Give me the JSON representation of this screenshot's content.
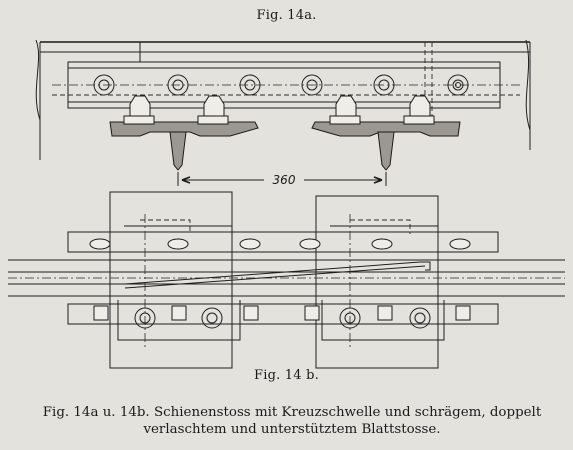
{
  "figure": {
    "fig_a_label": "Fig. 14a.",
    "fig_b_label": "Fig. 14 b.",
    "dimension_label": "360",
    "caption_line1": "Fig. 14a u. 14b.  Schienenstoss mit Kreuzschwelle und schrägem, doppelt",
    "caption_line2": "verlaschtem und unterstütztem Blattstosse."
  }
}
